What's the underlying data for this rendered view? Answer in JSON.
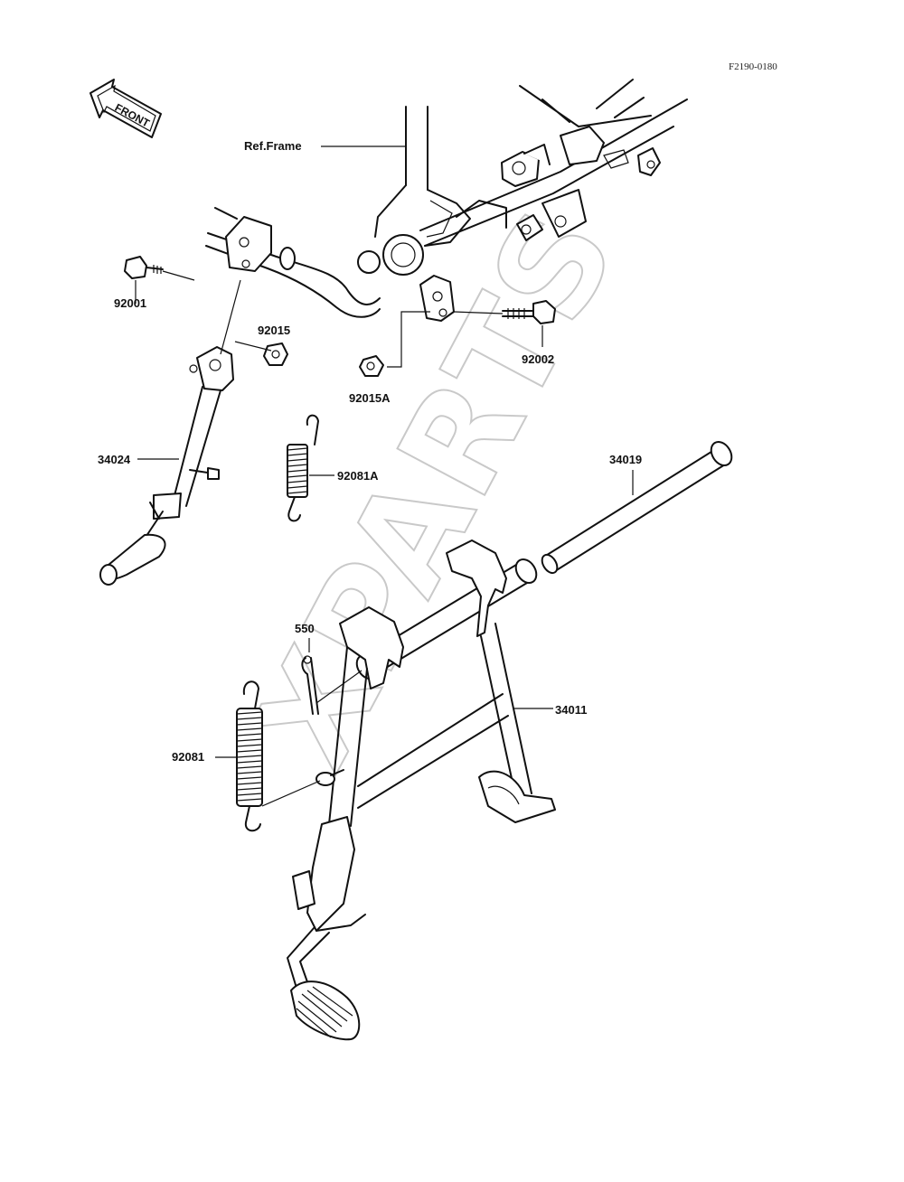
{
  "diagram": {
    "code": "F2190-0180",
    "front_label": "FRONT",
    "watermark": "XPARTS",
    "labels": [
      {
        "id": "ref-frame",
        "text": "Ref.Frame"
      },
      {
        "id": "92001",
        "text": "92001"
      },
      {
        "id": "92015",
        "text": "92015"
      },
      {
        "id": "92015A",
        "text": "92015A"
      },
      {
        "id": "92002",
        "text": "92002"
      },
      {
        "id": "34024",
        "text": "34024"
      },
      {
        "id": "92081A",
        "text": "92081A"
      },
      {
        "id": "34019",
        "text": "34019"
      },
      {
        "id": "550",
        "text": "550"
      },
      {
        "id": "34011",
        "text": "34011"
      },
      {
        "id": "92081",
        "text": "92081"
      }
    ]
  }
}
